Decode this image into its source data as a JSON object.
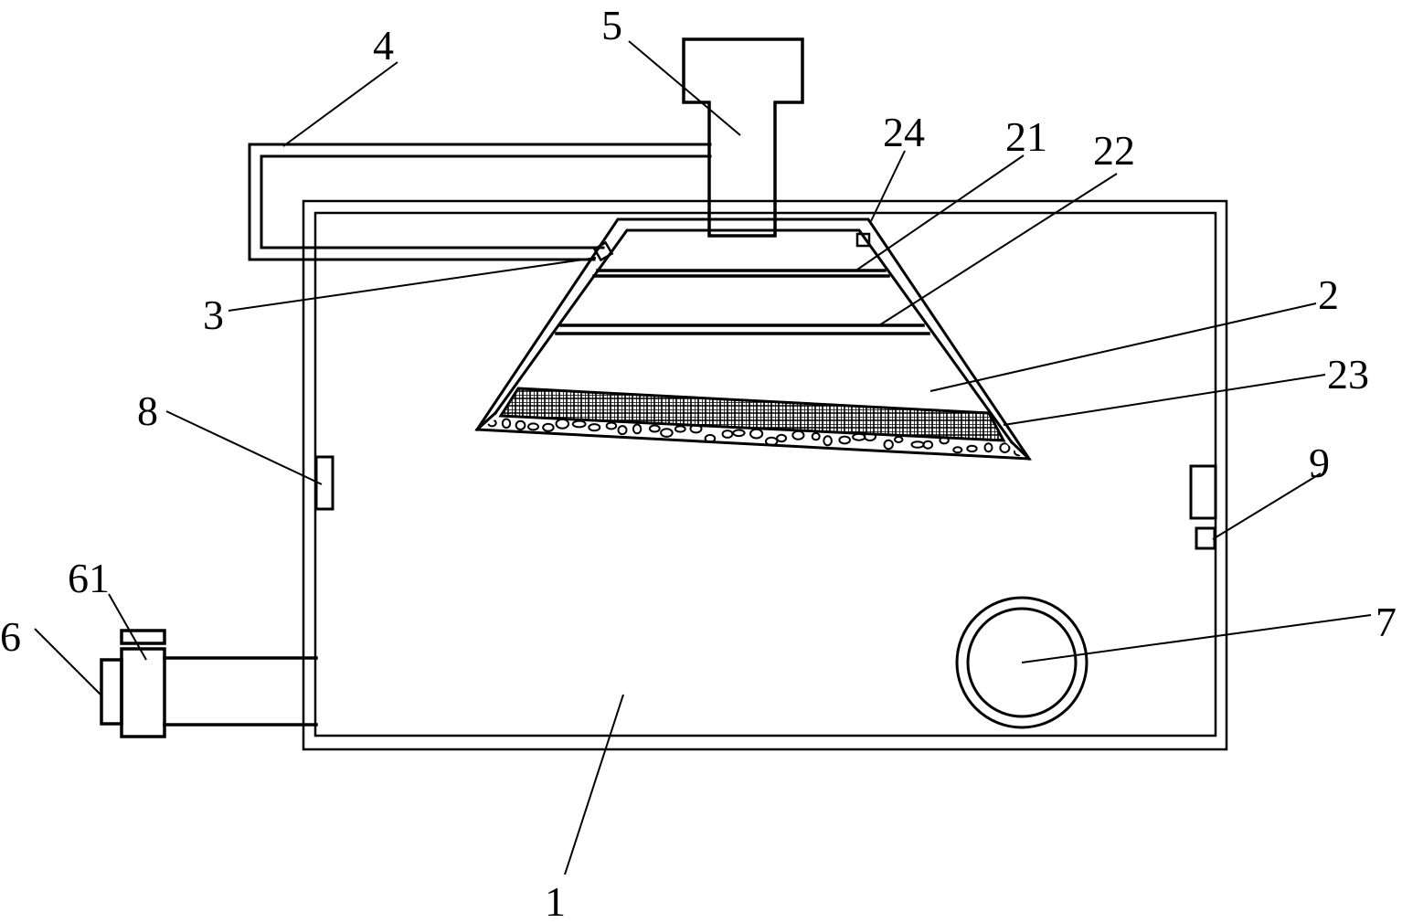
{
  "labels": {
    "l1": "1",
    "l2": "2",
    "l3": "3",
    "l4": "4",
    "l5": "5",
    "l6": "6",
    "l61": "61",
    "l7": "7",
    "l8": "8",
    "l9": "9",
    "l21": "21",
    "l22": "22",
    "l23": "23",
    "l24": "24"
  },
  "colors": {
    "line": "#000000",
    "background": "#ffffff"
  }
}
